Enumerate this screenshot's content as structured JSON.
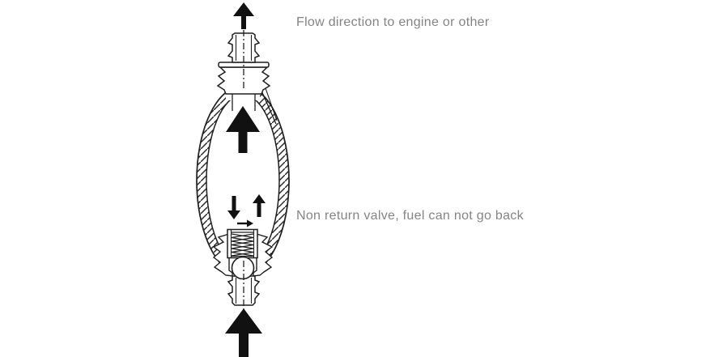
{
  "page": {
    "background_color": "#ffffff",
    "description": "Cross-section diagram of a fuel primer bulb showing flow direction through a non-return valve"
  },
  "labels": {
    "flow_direction": "Flow direction to engine or other",
    "non_return_valve": "Non return valve, fuel can not go back"
  },
  "diagram": {
    "line_color": "#1f1f1f",
    "arrow_color": "#111111",
    "label_color": "#848484",
    "arrows": [
      {
        "name": "outlet-flow-arrow",
        "direction": "up"
      },
      {
        "name": "bulb-flow-arrow",
        "direction": "up"
      },
      {
        "name": "valve-down-arrow",
        "direction": "down"
      },
      {
        "name": "valve-right-arrow",
        "direction": "right"
      },
      {
        "name": "valve-up-arrow",
        "direction": "up"
      },
      {
        "name": "inlet-flow-arrow",
        "direction": "up"
      }
    ],
    "parts": [
      "outlet hose barb",
      "outlet collar",
      "primer bulb wall (hatched cross-section)",
      "valve spring",
      "check ball",
      "inlet collar",
      "inlet hose barb"
    ]
  }
}
